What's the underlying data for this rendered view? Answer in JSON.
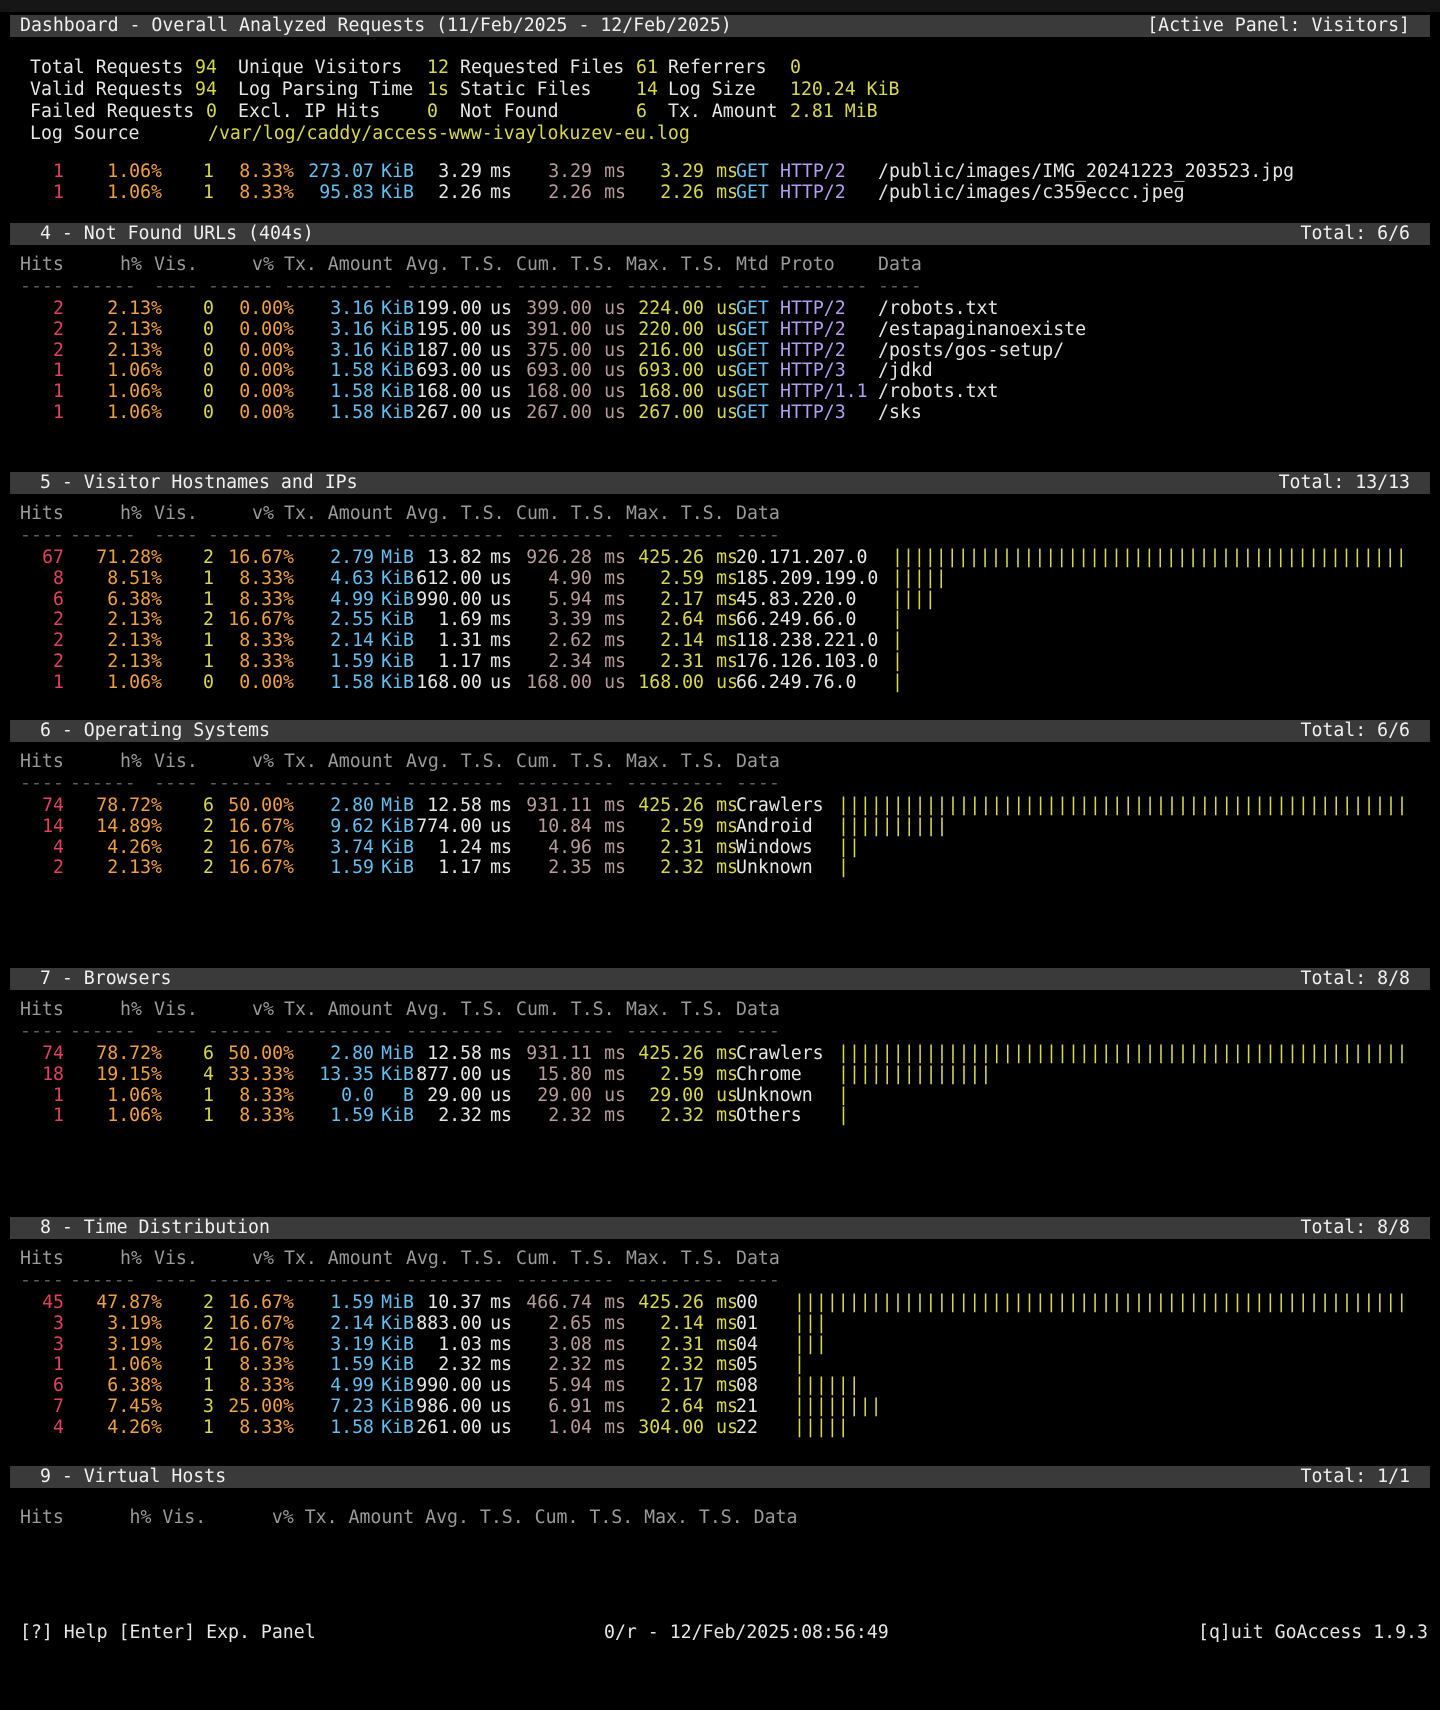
{
  "header": {
    "title": "Dashboard - Overall Analyzed Requests (11/Feb/2025 - 12/Feb/2025)",
    "active_panel": "[Active Panel: Visitors]"
  },
  "overview": {
    "total_requests_label": "Total Requests",
    "total_requests": "94",
    "unique_visitors_label": "Unique Visitors",
    "unique_visitors": "12",
    "requested_files_label": "Requested Files",
    "requested_files": "61",
    "referrers_label": "Referrers",
    "referrers": "0",
    "valid_requests_label": "Valid Requests",
    "valid_requests": "94",
    "log_parsing_time_label": "Log Parsing Time",
    "log_parsing_time": "1s",
    "static_files_label": "Static Files",
    "static_files": "14",
    "log_size_label": "Log Size",
    "log_size": "120.24 KiB",
    "failed_requests_label": "Failed Requests",
    "failed_requests": "0",
    "excl_ip_hits_label": "Excl. IP Hits",
    "excl_ip_hits": "0",
    "not_found_label": "Not Found",
    "not_found": "6",
    "tx_amount_label": "Tx. Amount",
    "tx_amount": "2.81 MiB",
    "log_source_label": "Log Source",
    "log_source": "/var/log/caddy/access-www-ivaylokuzev-eu.log"
  },
  "col_headers": {
    "hits": "Hits",
    "hp": "h%",
    "vis": "Vis.",
    "vp": "v%",
    "tx": "Tx. Amount",
    "avg": "Avg. T.S.",
    "cum": "Cum. T.S.",
    "max": "Max. T.S.",
    "mtd": "Mtd",
    "proto": "Proto",
    "data": "Data",
    "dash_hits": "----",
    "dash_hp": "------",
    "dash_vis": "----",
    "dash_vp": "------",
    "dash_tx": "----------",
    "dash_avg": "---------",
    "dash_cum": "---------",
    "dash_max": "---------",
    "dash_mtd": "---",
    "dash_proto": "--------",
    "dash_data": "----"
  },
  "static_tail": [
    {
      "hits": "1",
      "hp": "1.06%",
      "vis": "1",
      "vp": "8.33%",
      "tx_n": "273.07",
      "tx_u": "KiB",
      "avg_n": "3.29",
      "avg_u": "ms",
      "cum_n": "3.29",
      "cum_u": "ms",
      "max_n": "3.29",
      "max_u": "ms",
      "mtd": "GET",
      "proto": "HTTP/2",
      "data": "/public/images/IMG_20241223_203523.jpg"
    },
    {
      "hits": "1",
      "hp": "1.06%",
      "vis": "1",
      "vp": "8.33%",
      "tx_n": "95.83",
      "tx_u": "KiB",
      "avg_n": "2.26",
      "avg_u": "ms",
      "cum_n": "2.26",
      "cum_u": "ms",
      "max_n": "2.26",
      "max_u": "ms",
      "mtd": "GET",
      "proto": "HTTP/2",
      "data": "/public/images/c359eccc.jpeg"
    }
  ],
  "panels": {
    "not_found": {
      "title": "4 - Not Found URLs (404s)",
      "total": "Total: 6/6",
      "rows": [
        {
          "hits": "2",
          "hp": "2.13%",
          "vis": "0",
          "vp": "0.00%",
          "tx_n": "3.16",
          "tx_u": "KiB",
          "avg_n": "199.00",
          "avg_u": "us",
          "cum_n": "399.00",
          "cum_u": "us",
          "max_n": "224.00",
          "max_u": "us",
          "mtd": "GET",
          "proto": "HTTP/2",
          "data": "/robots.txt"
        },
        {
          "hits": "2",
          "hp": "2.13%",
          "vis": "0",
          "vp": "0.00%",
          "tx_n": "3.16",
          "tx_u": "KiB",
          "avg_n": "195.00",
          "avg_u": "us",
          "cum_n": "391.00",
          "cum_u": "us",
          "max_n": "220.00",
          "max_u": "us",
          "mtd": "GET",
          "proto": "HTTP/2",
          "data": "/estapaginanoexiste"
        },
        {
          "hits": "2",
          "hp": "2.13%",
          "vis": "0",
          "vp": "0.00%",
          "tx_n": "3.16",
          "tx_u": "KiB",
          "avg_n": "187.00",
          "avg_u": "us",
          "cum_n": "375.00",
          "cum_u": "us",
          "max_n": "216.00",
          "max_u": "us",
          "mtd": "GET",
          "proto": "HTTP/2",
          "data": "/posts/gos-setup/"
        },
        {
          "hits": "1",
          "hp": "1.06%",
          "vis": "0",
          "vp": "0.00%",
          "tx_n": "1.58",
          "tx_u": "KiB",
          "avg_n": "693.00",
          "avg_u": "us",
          "cum_n": "693.00",
          "cum_u": "us",
          "max_n": "693.00",
          "max_u": "us",
          "mtd": "GET",
          "proto": "HTTP/3",
          "data": "/jdkd"
        },
        {
          "hits": "1",
          "hp": "1.06%",
          "vis": "0",
          "vp": "0.00%",
          "tx_n": "1.58",
          "tx_u": "KiB",
          "avg_n": "168.00",
          "avg_u": "us",
          "cum_n": "168.00",
          "cum_u": "us",
          "max_n": "168.00",
          "max_u": "us",
          "mtd": "GET",
          "proto": "HTTP/1.1",
          "data": "/robots.txt"
        },
        {
          "hits": "1",
          "hp": "1.06%",
          "vis": "0",
          "vp": "0.00%",
          "tx_n": "1.58",
          "tx_u": "KiB",
          "avg_n": "267.00",
          "avg_u": "us",
          "cum_n": "267.00",
          "cum_u": "us",
          "max_n": "267.00",
          "max_u": "us",
          "mtd": "GET",
          "proto": "HTTP/3",
          "data": "/sks"
        }
      ]
    },
    "hosts": {
      "title": "5 - Visitor Hostnames and IPs",
      "total": "Total: 13/13",
      "rows": [
        {
          "hits": "67",
          "hp": "71.28%",
          "vis": "2",
          "vp": "16.67%",
          "tx_n": "2.79",
          "tx_u": "MiB",
          "avg_n": "13.82",
          "avg_u": "ms",
          "cum_n": "926.28",
          "cum_u": "ms",
          "max_n": "425.26",
          "max_u": "ms",
          "data": "20.171.207.0",
          "bar": "|||||||||||||||||||||||||||||||||||||||||||||||"
        },
        {
          "hits": "8",
          "hp": "8.51%",
          "vis": "1",
          "vp": "8.33%",
          "tx_n": "4.63",
          "tx_u": "KiB",
          "avg_n": "612.00",
          "avg_u": "us",
          "cum_n": "4.90",
          "cum_u": "ms",
          "max_n": "2.59",
          "max_u": "ms",
          "data": "185.209.199.0",
          "bar": "|||||"
        },
        {
          "hits": "6",
          "hp": "6.38%",
          "vis": "1",
          "vp": "8.33%",
          "tx_n": "4.99",
          "tx_u": "KiB",
          "avg_n": "990.00",
          "avg_u": "us",
          "cum_n": "5.94",
          "cum_u": "ms",
          "max_n": "2.17",
          "max_u": "ms",
          "data": "45.83.220.0",
          "bar": "||||"
        },
        {
          "hits": "2",
          "hp": "2.13%",
          "vis": "2",
          "vp": "16.67%",
          "tx_n": "2.55",
          "tx_u": "KiB",
          "avg_n": "1.69",
          "avg_u": "ms",
          "cum_n": "3.39",
          "cum_u": "ms",
          "max_n": "2.64",
          "max_u": "ms",
          "data": "66.249.66.0",
          "bar": "|"
        },
        {
          "hits": "2",
          "hp": "2.13%",
          "vis": "1",
          "vp": "8.33%",
          "tx_n": "2.14",
          "tx_u": "KiB",
          "avg_n": "1.31",
          "avg_u": "ms",
          "cum_n": "2.62",
          "cum_u": "ms",
          "max_n": "2.14",
          "max_u": "ms",
          "data": "118.238.221.0",
          "bar": "|"
        },
        {
          "hits": "2",
          "hp": "2.13%",
          "vis": "1",
          "vp": "8.33%",
          "tx_n": "1.59",
          "tx_u": "KiB",
          "avg_n": "1.17",
          "avg_u": "ms",
          "cum_n": "2.34",
          "cum_u": "ms",
          "max_n": "2.31",
          "max_u": "ms",
          "data": "176.126.103.0",
          "bar": "|"
        },
        {
          "hits": "1",
          "hp": "1.06%",
          "vis": "0",
          "vp": "0.00%",
          "tx_n": "1.58",
          "tx_u": "KiB",
          "avg_n": "168.00",
          "avg_u": "us",
          "cum_n": "168.00",
          "cum_u": "us",
          "max_n": "168.00",
          "max_u": "us",
          "data": "66.249.76.0",
          "bar": "|"
        }
      ]
    },
    "os": {
      "title": "6 - Operating Systems",
      "total": "Total: 6/6",
      "rows": [
        {
          "hits": "74",
          "hp": "78.72%",
          "vis": "6",
          "vp": "50.00%",
          "tx_n": "2.80",
          "tx_u": "MiB",
          "avg_n": "12.58",
          "avg_u": "ms",
          "cum_n": "931.11",
          "cum_u": "ms",
          "max_n": "425.26",
          "max_u": "ms",
          "data": "Crawlers",
          "bar": "||||||||||||||||||||||||||||||||||||||||||||||||||||"
        },
        {
          "hits": "14",
          "hp": "14.89%",
          "vis": "2",
          "vp": "16.67%",
          "tx_n": "9.62",
          "tx_u": "KiB",
          "avg_n": "774.00",
          "avg_u": "us",
          "cum_n": "10.84",
          "cum_u": "ms",
          "max_n": "2.59",
          "max_u": "ms",
          "data": "Android",
          "bar": "||||||||||"
        },
        {
          "hits": "4",
          "hp": "4.26%",
          "vis": "2",
          "vp": "16.67%",
          "tx_n": "3.74",
          "tx_u": "KiB",
          "avg_n": "1.24",
          "avg_u": "ms",
          "cum_n": "4.96",
          "cum_u": "ms",
          "max_n": "2.31",
          "max_u": "ms",
          "data": "Windows",
          "bar": "||"
        },
        {
          "hits": "2",
          "hp": "2.13%",
          "vis": "2",
          "vp": "16.67%",
          "tx_n": "1.59",
          "tx_u": "KiB",
          "avg_n": "1.17",
          "avg_u": "ms",
          "cum_n": "2.35",
          "cum_u": "ms",
          "max_n": "2.32",
          "max_u": "ms",
          "data": "Unknown",
          "bar": "|"
        }
      ]
    },
    "browsers": {
      "title": "7 - Browsers",
      "total": "Total: 8/8",
      "rows": [
        {
          "hits": "74",
          "hp": "78.72%",
          "vis": "6",
          "vp": "50.00%",
          "tx_n": "2.80",
          "tx_u": "MiB",
          "avg_n": "12.58",
          "avg_u": "ms",
          "cum_n": "931.11",
          "cum_u": "ms",
          "max_n": "425.26",
          "max_u": "ms",
          "data": "Crawlers",
          "bar": "||||||||||||||||||||||||||||||||||||||||||||||||||||"
        },
        {
          "hits": "18",
          "hp": "19.15%",
          "vis": "4",
          "vp": "33.33%",
          "tx_n": "13.35",
          "tx_u": "KiB",
          "avg_n": "877.00",
          "avg_u": "us",
          "cum_n": "15.80",
          "cum_u": "ms",
          "max_n": "2.59",
          "max_u": "ms",
          "data": "Chrome",
          "bar": "||||||||||||||"
        },
        {
          "hits": "1",
          "hp": "1.06%",
          "vis": "1",
          "vp": "8.33%",
          "tx_n": "0.0",
          "tx_u": "B",
          "avg_n": "29.00",
          "avg_u": "us",
          "cum_n": "29.00",
          "cum_u": "us",
          "max_n": "29.00",
          "max_u": "us",
          "data": "Unknown",
          "bar": "|"
        },
        {
          "hits": "1",
          "hp": "1.06%",
          "vis": "1",
          "vp": "8.33%",
          "tx_n": "1.59",
          "tx_u": "KiB",
          "avg_n": "2.32",
          "avg_u": "ms",
          "cum_n": "2.32",
          "cum_u": "ms",
          "max_n": "2.32",
          "max_u": "ms",
          "data": "Others",
          "bar": "|"
        }
      ]
    },
    "time": {
      "title": "8 - Time Distribution",
      "total": "Total: 8/8",
      "rows": [
        {
          "hits": "45",
          "hp": "47.87%",
          "vis": "2",
          "vp": "16.67%",
          "tx_n": "1.59",
          "tx_u": "MiB",
          "avg_n": "10.37",
          "avg_u": "ms",
          "cum_n": "466.74",
          "cum_u": "ms",
          "max_n": "425.26",
          "max_u": "ms",
          "data": "00",
          "bar": "||||||||||||||||||||||||||||||||||||||||||||||||||||||||"
        },
        {
          "hits": "3",
          "hp": "3.19%",
          "vis": "2",
          "vp": "16.67%",
          "tx_n": "2.14",
          "tx_u": "KiB",
          "avg_n": "883.00",
          "avg_u": "us",
          "cum_n": "2.65",
          "cum_u": "ms",
          "max_n": "2.14",
          "max_u": "ms",
          "data": "01",
          "bar": "|||"
        },
        {
          "hits": "3",
          "hp": "3.19%",
          "vis": "2",
          "vp": "16.67%",
          "tx_n": "3.19",
          "tx_u": "KiB",
          "avg_n": "1.03",
          "avg_u": "ms",
          "cum_n": "3.08",
          "cum_u": "ms",
          "max_n": "2.31",
          "max_u": "ms",
          "data": "04",
          "bar": "|||"
        },
        {
          "hits": "1",
          "hp": "1.06%",
          "vis": "1",
          "vp": "8.33%",
          "tx_n": "1.59",
          "tx_u": "KiB",
          "avg_n": "2.32",
          "avg_u": "ms",
          "cum_n": "2.32",
          "cum_u": "ms",
          "max_n": "2.32",
          "max_u": "ms",
          "data": "05",
          "bar": "|"
        },
        {
          "hits": "6",
          "hp": "6.38%",
          "vis": "1",
          "vp": "8.33%",
          "tx_n": "4.99",
          "tx_u": "KiB",
          "avg_n": "990.00",
          "avg_u": "us",
          "cum_n": "5.94",
          "cum_u": "ms",
          "max_n": "2.17",
          "max_u": "ms",
          "data": "08",
          "bar": "||||||"
        },
        {
          "hits": "7",
          "hp": "7.45%",
          "vis": "3",
          "vp": "25.00%",
          "tx_n": "7.23",
          "tx_u": "KiB",
          "avg_n": "986.00",
          "avg_u": "us",
          "cum_n": "6.91",
          "cum_u": "ms",
          "max_n": "2.64",
          "max_u": "ms",
          "data": "21",
          "bar": "||||||||"
        },
        {
          "hits": "4",
          "hp": "4.26%",
          "vis": "1",
          "vp": "8.33%",
          "tx_n": "1.58",
          "tx_u": "KiB",
          "avg_n": "261.00",
          "avg_u": "us",
          "cum_n": "1.04",
          "cum_u": "ms",
          "max_n": "304.00",
          "max_u": "us",
          "data": "22",
          "bar": "|||||"
        }
      ]
    },
    "vhosts": {
      "title": "9 - Virtual Hosts",
      "total": "Total: 1/1",
      "rows": []
    }
  },
  "vhosts_header": "Hits      h% Vis.      v% Tx. Amount Avg. T.S. Cum. T.S. Max. T.S. Data",
  "footer": {
    "left": "[?] Help [Enter] Exp. Panel",
    "center": "0/r - 12/Feb/2025:08:56:49",
    "right": "[q]uit GoAccess 1.9.3"
  },
  "colors": {
    "background": "#000000",
    "panel_bar": "#3a3a3a",
    "hits": "#e0415c",
    "percent": "#d8d84a",
    "tx": "#63bff0",
    "proto": "#b49cf0"
  }
}
